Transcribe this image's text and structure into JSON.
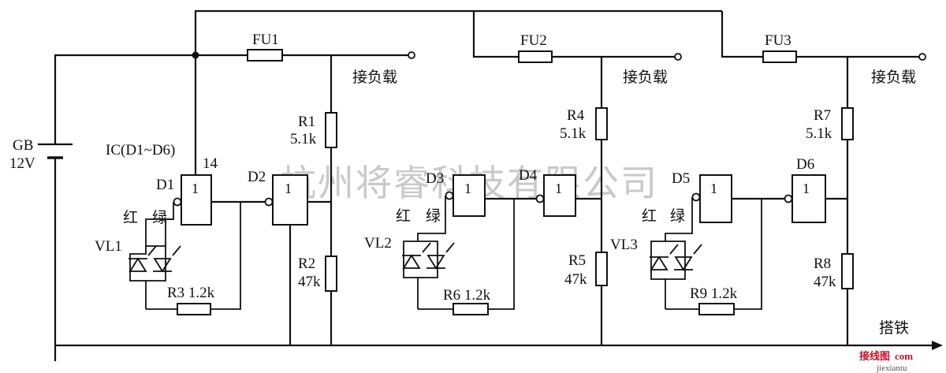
{
  "battery": {
    "name": "GB",
    "voltage": "12V"
  },
  "ic": {
    "label": "IC(D1~D6)",
    "pin": "14"
  },
  "fuses": [
    "FU1",
    "FU2",
    "FU3"
  ],
  "load_label": "接负载",
  "ground_label": "搭铁",
  "channels": [
    {
      "gate_a": "D1",
      "gate_b": "D2",
      "gate_symbol": "1",
      "red": "红",
      "green": "绿",
      "led": "VL1",
      "r_top_name": "R1",
      "r_top_value": "5.1k",
      "r_bot_name": "R2",
      "r_bot_value": "47k",
      "r_led": "R3 1.2k"
    },
    {
      "gate_a": "D3",
      "gate_b": "D4",
      "gate_symbol": "1",
      "red": "红",
      "green": "绿",
      "led": "VL2",
      "r_top_name": "R4",
      "r_top_value": "5.1k",
      "r_bot_name": "R5",
      "r_bot_value": "47k",
      "r_led": "R6 1.2k"
    },
    {
      "gate_a": "D5",
      "gate_b": "D6",
      "gate_symbol": "1",
      "red": "红",
      "green": "绿",
      "led": "VL3",
      "r_top_name": "R7",
      "r_top_value": "5.1k",
      "r_bot_name": "R8",
      "r_bot_value": "47k",
      "r_led": "R9 1.2k"
    }
  ],
  "watermark": "杭州将睿科技有限公司",
  "brand": {
    "name": "接线图",
    "site": "jiexiantu",
    "logo": "com"
  },
  "colors": {
    "brand_red": "#c8102e",
    "watermark": "#c9c9c9"
  }
}
